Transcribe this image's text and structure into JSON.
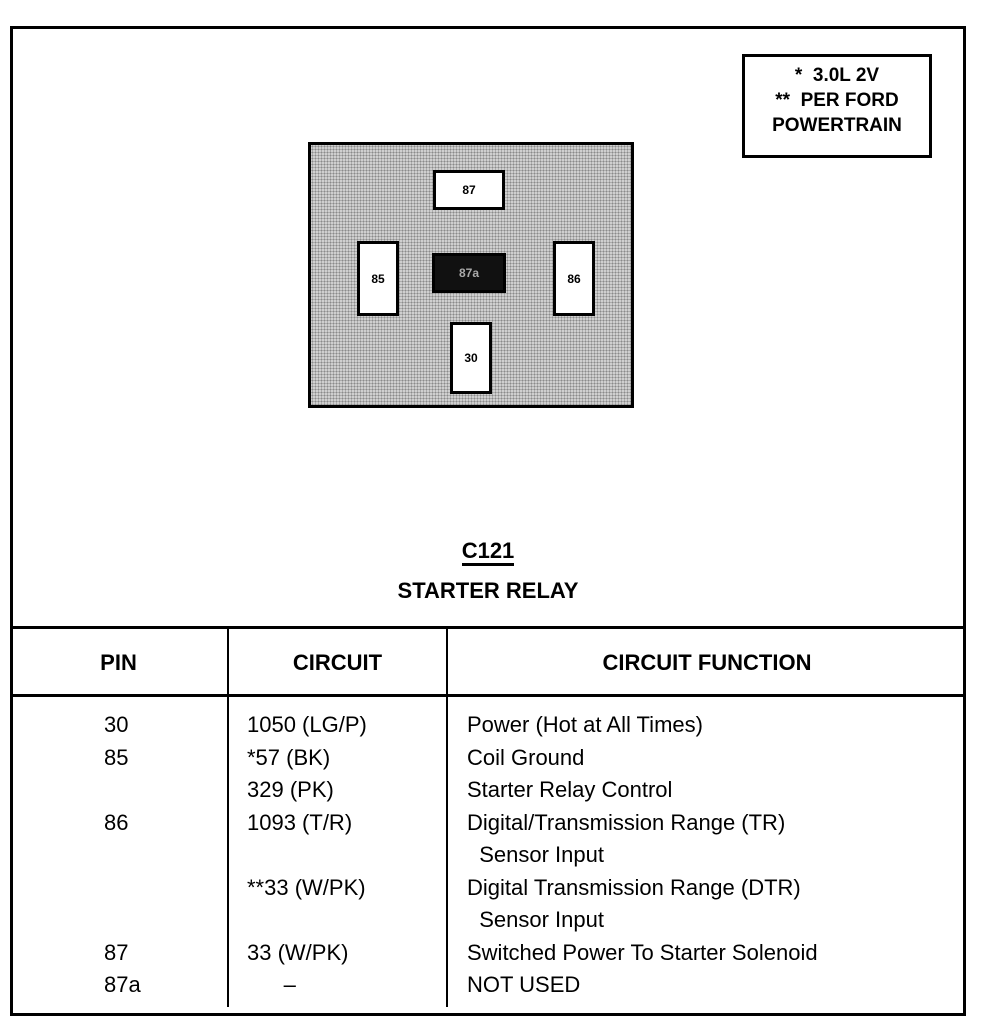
{
  "legend": {
    "lines": [
      "*  3.0L 2V",
      "**  PER FORD",
      "POWERTRAIN"
    ]
  },
  "connector": {
    "pins": {
      "p87": "87",
      "p85": "85",
      "p87a": "87a",
      "p86": "86",
      "p30": "30"
    }
  },
  "caption": {
    "id": "C121",
    "name": "STARTER RELAY"
  },
  "table": {
    "headers": {
      "pin": "PIN",
      "circuit": "CIRCUIT",
      "function": "CIRCUIT FUNCTION"
    },
    "rows": [
      {
        "pin": "30",
        "circuit": "1050 (LG/P)",
        "function": "Power (Hot at All Times)"
      },
      {
        "pin": "85",
        "circuit": "*57 (BK)",
        "function": "Coil Ground"
      },
      {
        "pin": "",
        "circuit": "329 (PK)",
        "function": "Starter Relay Control"
      },
      {
        "pin": "86",
        "circuit": "1093 (T/R)",
        "function": "Digital/Transmission Range (TR)"
      },
      {
        "pin": "",
        "circuit": "",
        "function": "  Sensor Input"
      },
      {
        "pin": "",
        "circuit": "**33 (W/PK)",
        "function": "Digital Transmission Range (DTR)"
      },
      {
        "pin": "",
        "circuit": "",
        "function": "  Sensor Input"
      },
      {
        "pin": "87",
        "circuit": "33 (W/PK)",
        "function": "Switched Power To Starter Solenoid"
      },
      {
        "pin": "87a",
        "circuit": "      –",
        "function": "NOT USED"
      }
    ]
  }
}
